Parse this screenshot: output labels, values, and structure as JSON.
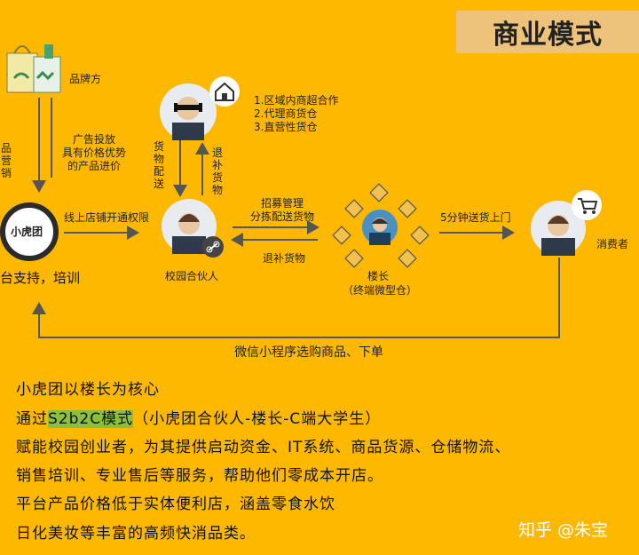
{
  "title": "商业模式",
  "nodes": {
    "brand": "品牌方",
    "platform_logo": "小虎团",
    "platform": "台支持，培训",
    "partner": "校园合伙人",
    "leader": "楼长",
    "leader_sub": "（终端微型仓）",
    "consumer": "消费者"
  },
  "left_edge_text": "品 营 销",
  "ad_text": [
    "广告投放",
    "具有价格优势",
    "的产品进价"
  ],
  "supplier_list": [
    "1.区域内商超合作",
    "2.代理商货仓",
    "3.直营性货仓"
  ],
  "arrows": {
    "online_store": "线上店铺开通权限",
    "goods_delivery": "货物配送",
    "return_goods": "退补货物",
    "recruit": [
      "招募管理",
      "分拣配送货物"
    ],
    "return_goods_2": "退补货物",
    "delivery_5min": "5分钟送货上门",
    "wechat_order": "微信小程序选购商品、下单"
  },
  "body": {
    "line1": "小虎团以楼长为核心",
    "line2_prefix": "通过",
    "line2_highlight": "S2b2C模式",
    "line2_suffix": "（小虎团合伙人-楼长-C端大学生）",
    "line3": "赋能校园创业者，为其提供启动资金、IT系统、商品货源、仓储物流、",
    "line4": "销售培训、专业售后等服务，帮助他们零成本开店。",
    "line5": "平台产品价格低于实体便利店，涵盖零食水饮",
    "line6": "日化美妆等丰富的高频快消品类。"
  },
  "watermark": "知乎 @朱宝",
  "colors": {
    "background": "#FFB800",
    "title_bg": "#EDC27A",
    "highlight": "#8BBF3E",
    "arrow": "#555555"
  }
}
